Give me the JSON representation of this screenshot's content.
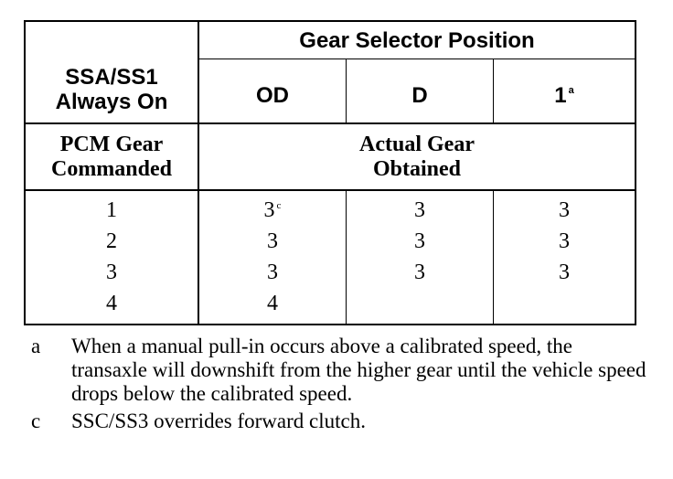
{
  "table": {
    "header_left": [
      "SSA/SS1",
      "Always On"
    ],
    "group_header": "Gear Selector Position",
    "columns": [
      {
        "label": "OD",
        "sup": ""
      },
      {
        "label": "D",
        "sup": ""
      },
      {
        "label": "1",
        "sup": "a"
      }
    ],
    "subheader_left": [
      "PCM Gear",
      "Commanded"
    ],
    "subheader_right": [
      "Actual Gear",
      "Obtained"
    ],
    "rows": [
      {
        "commanded": "1",
        "od": "3",
        "od_sup": "c",
        "d": "3",
        "one": "3"
      },
      {
        "commanded": "2",
        "od": "3",
        "od_sup": "",
        "d": "3",
        "one": "3"
      },
      {
        "commanded": "3",
        "od": "3",
        "od_sup": "",
        "d": "3",
        "one": "3"
      },
      {
        "commanded": "4",
        "od": "4",
        "od_sup": "",
        "d": "",
        "one": ""
      }
    ]
  },
  "footnotes": [
    {
      "mark": "a",
      "text": "When a manual pull-in occurs above a calibrated speed, the transaxle will downshift from the higher gear until the vehicle speed drops below the calibrated speed."
    },
    {
      "mark": "c",
      "text": "SSC/SS3 overrides forward clutch."
    }
  ]
}
